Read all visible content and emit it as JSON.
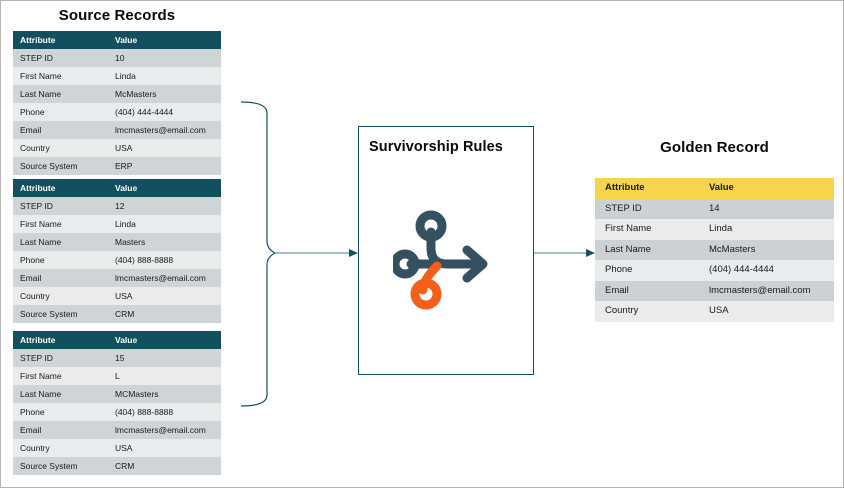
{
  "diagram": {
    "source_section": {
      "title": "Source Records",
      "columns": [
        "Attribute",
        "Value"
      ],
      "tables": [
        {
          "rows": [
            {
              "attribute": "STEP ID",
              "value": "10"
            },
            {
              "attribute": "First Name",
              "value": "Linda"
            },
            {
              "attribute": "Last Name",
              "value": "McMasters"
            },
            {
              "attribute": "Phone",
              "value": "(404) 444-4444"
            },
            {
              "attribute": "Email",
              "value": "lmcmasters@email.com"
            },
            {
              "attribute": "Country",
              "value": "USA"
            },
            {
              "attribute": "Source System",
              "value": "ERP"
            }
          ]
        },
        {
          "rows": [
            {
              "attribute": "STEP ID",
              "value": "12"
            },
            {
              "attribute": "First Name",
              "value": "Linda"
            },
            {
              "attribute": "Last Name",
              "value": "Masters"
            },
            {
              "attribute": "Phone",
              "value": "(404) 888-8888"
            },
            {
              "attribute": "Email",
              "value": "lmcmasters@email.com"
            },
            {
              "attribute": "Country",
              "value": "USA"
            },
            {
              "attribute": "Source System",
              "value": "CRM"
            }
          ]
        },
        {
          "rows": [
            {
              "attribute": "STEP ID",
              "value": "15"
            },
            {
              "attribute": "First Name",
              "value": "L"
            },
            {
              "attribute": "Last Name",
              "value": "MCMasters"
            },
            {
              "attribute": "Phone",
              "value": "(404) 888-8888"
            },
            {
              "attribute": "Email",
              "value": "lmcmasters@email.com"
            },
            {
              "attribute": "Country",
              "value": "USA"
            },
            {
              "attribute": "Source System",
              "value": "CRM"
            }
          ]
        }
      ]
    },
    "process": {
      "title": "Survivorship Rules",
      "icon": "merge-branch-icon"
    },
    "golden_section": {
      "title": "Golden Record",
      "columns": [
        "Attribute",
        "Value"
      ],
      "rows": [
        {
          "attribute": "STEP ID",
          "value": "14"
        },
        {
          "attribute": "First Name",
          "value": "Linda"
        },
        {
          "attribute": "Last Name",
          "value": "McMasters"
        },
        {
          "attribute": "Phone",
          "value": "(404) 444-4444"
        },
        {
          "attribute": "Email",
          "value": "lmcmasters@email.com"
        },
        {
          "attribute": "Country",
          "value": "USA"
        }
      ]
    },
    "colors": {
      "source_header_bg": "#13505f",
      "source_header_text": "#ffffff",
      "golden_header_bg": "#f7d34e",
      "golden_header_text": "#1a1a1a",
      "row_odd": "#cfd4d6",
      "row_even": "#e9ebec",
      "connector": "#13505f",
      "icon_dark": "#35505e",
      "icon_accent": "#f4601a",
      "frame_border": "#b5b5b5"
    }
  }
}
